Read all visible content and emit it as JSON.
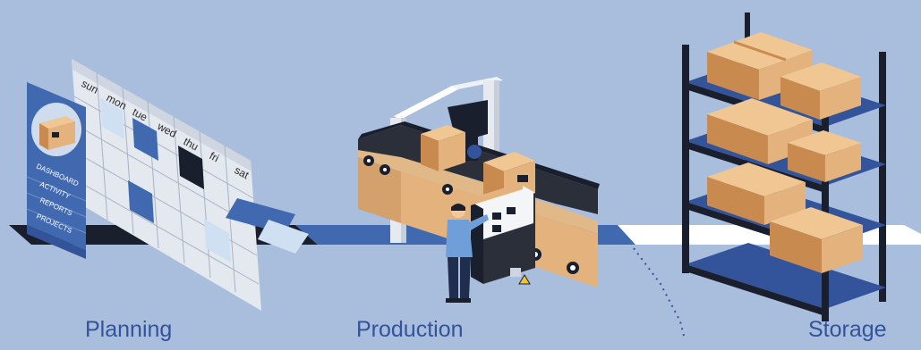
{
  "colors": {
    "background": "#a9bedc",
    "label": "#33539a",
    "track_dark": "#1a1f2e",
    "track_blue": "#4169b0",
    "track_white": "#ffffff",
    "cardboard": "#e3b27d"
  },
  "calendar": {
    "days": [
      "sun",
      "mon",
      "tue",
      "wed",
      "thu",
      "fri",
      "sat"
    ]
  },
  "dashboard_menu": {
    "items": [
      "DASHBOARD",
      "ACTIVITY",
      "REPORTS",
      "PROJECTS"
    ]
  },
  "stages": {
    "planning": "Planning",
    "production": "Production",
    "storage": "Storage"
  }
}
